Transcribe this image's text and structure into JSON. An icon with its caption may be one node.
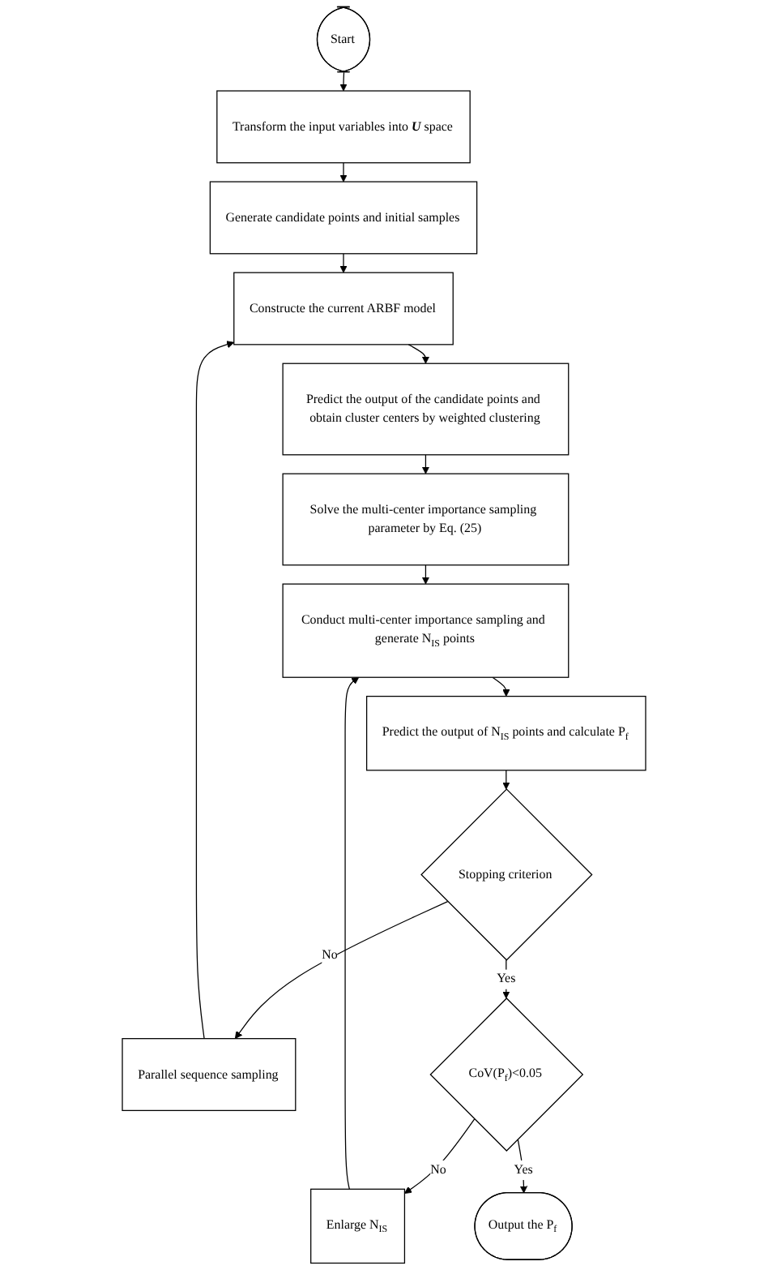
{
  "diagram": {
    "nodes": [
      {
        "text": [
          "Start"
        ]
      },
      {
        "text": [
          "Transform the input variables into **U** space"
        ]
      },
      {
        "text": [
          "Generate candidate points and initial samples"
        ]
      },
      {
        "text": [
          "Constructe the current ARBF model"
        ]
      },
      {
        "text": [
          "Predict the output of the candidate points and obtain cluster centers by weighted clustering"
        ]
      },
      {
        "text": [
          "Solve the multi-center importance sampling parameter by Eq. (25)"
        ]
      },
      {
        "text": [
          "Conduct multi-center importance sampling and generate N$_{IS}$ points"
        ]
      },
      {
        "text": [
          "Predict the output of N$_{IS}$ points and calculate P$_{f}$"
        ]
      },
      {
        "text": [
          "Stopping criterion"
        ]
      },
      {
        "text": [
          "Parallel sequence sampling"
        ]
      },
      {
        "text": [
          "CoV(P$_{f}$)<0.05"
        ]
      },
      {
        "text": [
          "Enlarge N$_{IS}$"
        ]
      },
      {
        "text": [
          "Output the P$_{f}$"
        ]
      }
    ],
    "edges": [
      {
        "from": 0,
        "to": 1,
        "arrow": "to"
      },
      {
        "from": 1,
        "to": 2,
        "arrow": "to"
      },
      {
        "from": 2,
        "to": 3,
        "arrow": "to"
      },
      {
        "from": 3,
        "to": 4,
        "arrow": "to"
      },
      {
        "from": 4,
        "to": 5,
        "arrow": "to"
      },
      {
        "from": 5,
        "to": 6,
        "arrow": "to"
      },
      {
        "from": 6,
        "to": 7,
        "arrow": "to"
      },
      {
        "from": 7,
        "to": 8,
        "arrow": "to"
      },
      {
        "from": 8,
        "to": 9,
        "label": "No",
        "arrow": "to"
      },
      {
        "from": 9,
        "to": 3,
        "arrow": "to"
      },
      {
        "from": 8,
        "to": 10,
        "label": "Yes",
        "arrow": "to"
      },
      {
        "from": 10,
        "to": 11,
        "label": "No",
        "arrow": "to"
      },
      {
        "from": 11,
        "to": 6,
        "arrow": "to"
      },
      {
        "from": 10,
        "to": 12,
        "label": "Yes",
        "arrow": "to"
      }
    ]
  }
}
